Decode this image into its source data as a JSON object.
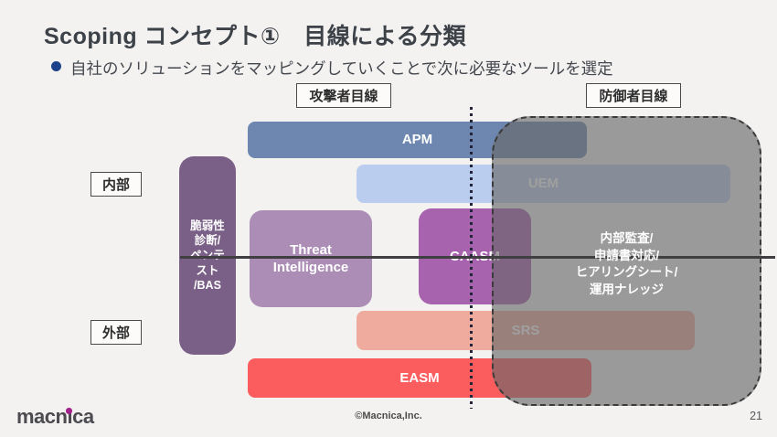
{
  "slide": {
    "title": "Scoping コンセプト①　目線による分類",
    "bullet_text": "自社のソリューションをマッピングしていくことで次に必要なツールを選定",
    "page_number": "21",
    "copyright": "©Macnica,Inc.",
    "logo_text": "macnica"
  },
  "axis": {
    "attacker_label": "攻撃者目線",
    "defender_label": "防御者目線",
    "internal_label": "内部",
    "external_label": "外部"
  },
  "diagram": {
    "vuln_box_label": "脆弱性\n診断/\nペンテ\nスト\n/BAS",
    "apm_label": "APM",
    "uem_label": "UEM",
    "threat_intelligence_label": "Threat\nIntelligence",
    "caasm_label": "CAASM",
    "srs_label": "SRS",
    "easm_label": "EASM",
    "defender_zone_text": "内部監査/\n申請書対応/\nヒアリングシート/\n運用ナレッジ",
    "colors": {
      "apm": "#6d87b0",
      "uem": "#bacdee",
      "threat_intelligence": "#ab8db6",
      "caasm": "#a863ae",
      "vuln_box": "#7a6086",
      "srs": "#efab9e",
      "easm": "#fb5d5f",
      "defender_overlay": "rgba(103,103,103,0.63)",
      "bullet_dot": "#1d4289",
      "logo_dot": "#a2218d"
    }
  }
}
